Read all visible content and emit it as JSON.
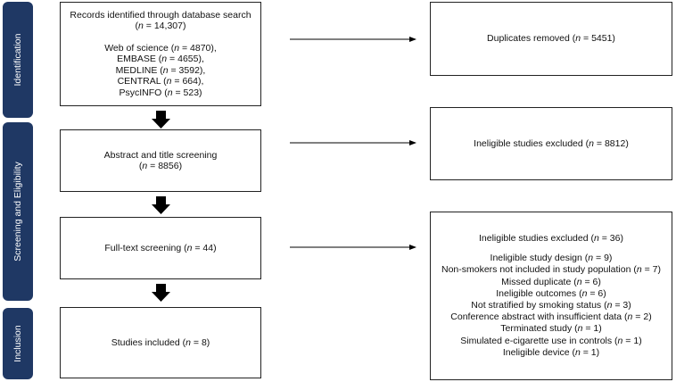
{
  "stages": {
    "identification": "Identification",
    "screening": "Screening and Eligibility",
    "inclusion": "Inclusion"
  },
  "boxes": {
    "records": {
      "line1": "Records identified through database search",
      "line2_n": "n",
      "line2": " = 14,307)",
      "sources": [
        {
          "name": "Web of science (",
          "n": "n",
          "value": " = 4870),"
        },
        {
          "name": "EMBASE (",
          "n": "n",
          "value": " = 4655),"
        },
        {
          "name": "MEDLINE (",
          "n": "n",
          "value": " = 3592),"
        },
        {
          "name": "CENTRAL (",
          "n": "n",
          "value": " = 664),"
        },
        {
          "name": "PsycINFO (",
          "n": "n",
          "value": " = 523)"
        }
      ]
    },
    "duplicates": {
      "label": "Duplicates  removed (",
      "n": "n",
      "value": " = 5451)"
    },
    "abstract": {
      "line1": "Abstract and title screening",
      "n": "n",
      "value": " = 8856)"
    },
    "ineligible1": {
      "label": "Ineligible studies excluded (",
      "n": "n",
      "value": " = 8812)"
    },
    "fulltext": {
      "label": "Full-text screening (",
      "n": "n",
      "value": " = 44)"
    },
    "ineligible2": {
      "title": "Ineligible studies excluded (",
      "title_n": "n",
      "title_value": " = 36)",
      "reasons": [
        {
          "label": "Ineligible study design (",
          "n": "n",
          "value": " = 9)"
        },
        {
          "label": "Non-smokers not included in study population (",
          "n": "n",
          "value": " = 7)"
        },
        {
          "label": "Missed duplicate (",
          "n": "n",
          "value": " = 6)"
        },
        {
          "label": "Ineligible outcomes (",
          "n": "n",
          "value": " = 6)"
        },
        {
          "label": "Not stratified by smoking status (",
          "n": "n",
          "value": " = 3)"
        },
        {
          "label": "Conference abstract with insufficient data (",
          "n": "n",
          "value": " = 2)"
        },
        {
          "label": "Terminated study (",
          "n": "n",
          "value": " = 1)"
        },
        {
          "label": "Simulated e-cigarette use in controls (",
          "n": "n",
          "value": " = 1)"
        },
        {
          "label": "Ineligible device (",
          "n": "n",
          "value": " = 1)"
        }
      ]
    },
    "included": {
      "label": "Studies included (",
      "n": "n",
      "value": " = 8)"
    }
  },
  "colors": {
    "stage_bg": "#1f3864",
    "arrow": "#000000",
    "border": "#222222"
  }
}
